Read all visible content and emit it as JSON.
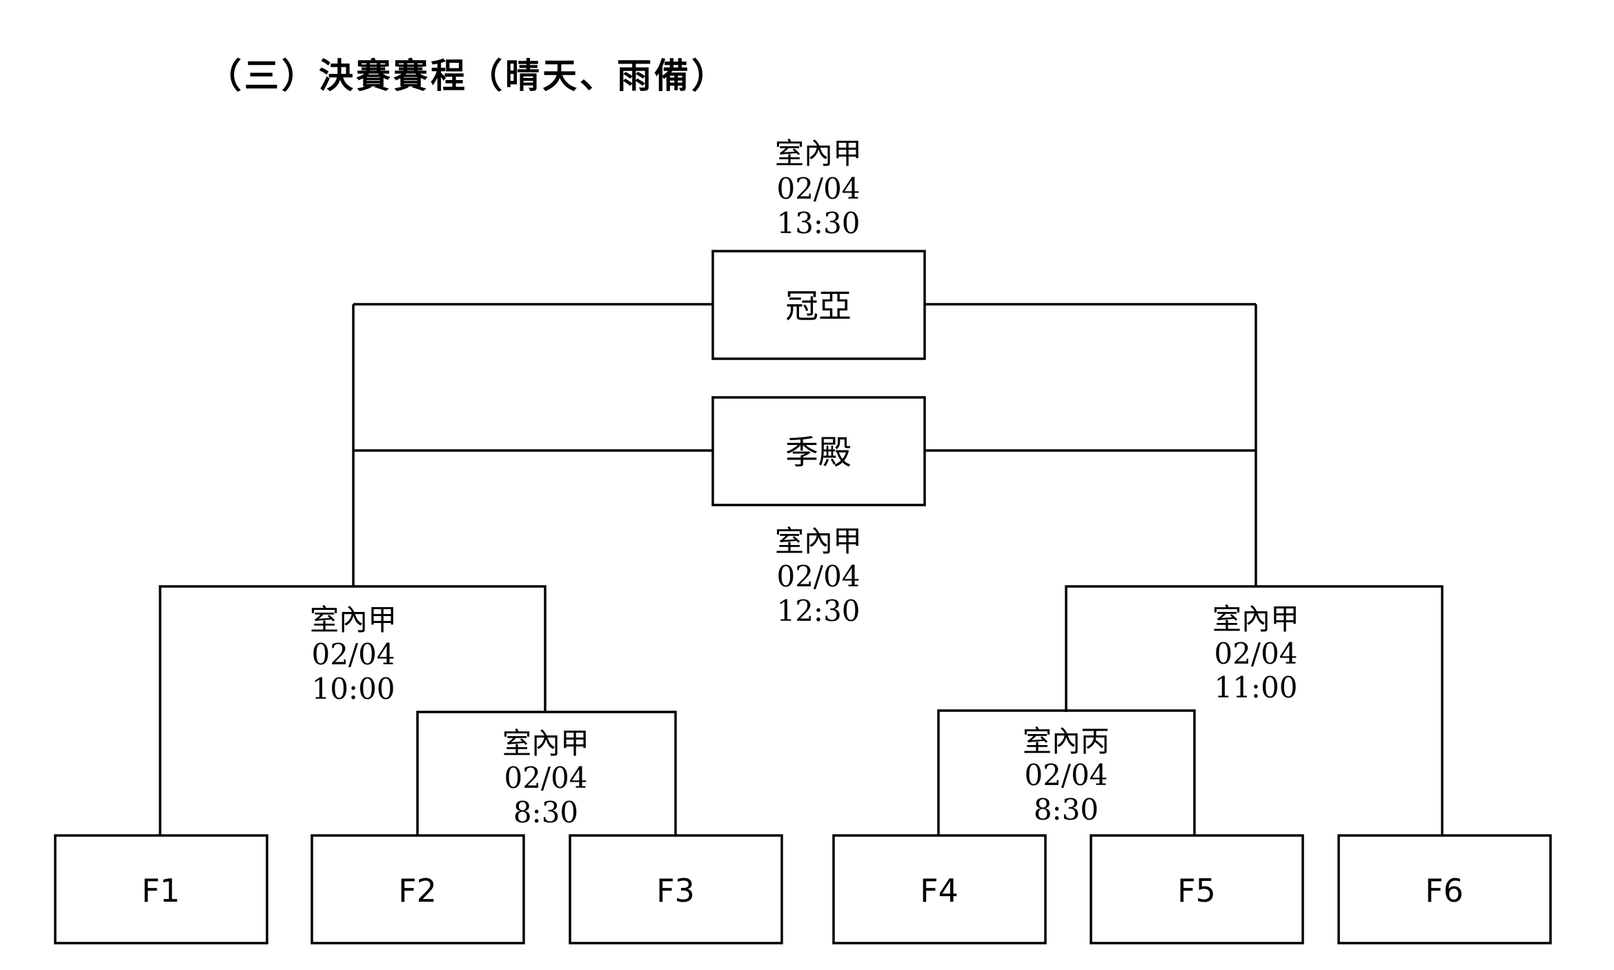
{
  "title": "（三）決賽賽程（晴天、雨備）",
  "final_match": {
    "label": "冠亞",
    "venue": "室內甲",
    "date": "02/04",
    "time": "13:30"
  },
  "third_place_match": {
    "label": "季殿",
    "venue": "室內甲",
    "date": "02/04",
    "time": "12:30"
  },
  "semifinal_left": {
    "venue": "室內甲",
    "date": "02/04",
    "time": "10:00"
  },
  "semifinal_right": {
    "venue": "室內甲",
    "date": "02/04",
    "time": "11:00"
  },
  "quarter_left": {
    "venue": "室內甲",
    "date": "02/04",
    "time": "8:30"
  },
  "quarter_right": {
    "venue": "室內丙",
    "date": "02/04",
    "time": "8:30"
  },
  "teams": [
    "F1",
    "F2",
    "F3",
    "F4",
    "F5",
    "F6"
  ]
}
